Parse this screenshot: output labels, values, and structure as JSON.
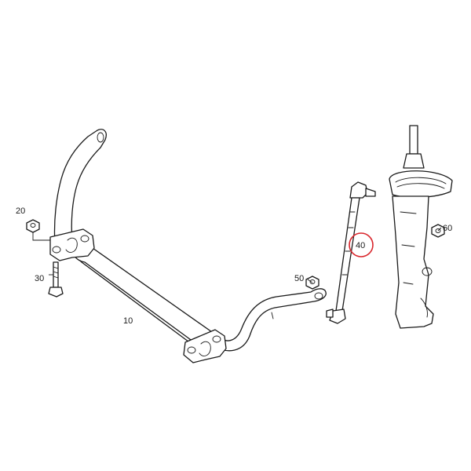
{
  "callouts": [
    {
      "id": "20",
      "label": "20"
    },
    {
      "id": "30",
      "label": "30"
    },
    {
      "id": "10",
      "label": "10"
    },
    {
      "id": "40",
      "label": "40",
      "highlighted": true
    },
    {
      "id": "50",
      "label": "50"
    },
    {
      "id": "60",
      "label": "60"
    }
  ],
  "colors": {
    "line": "#1a1a1a",
    "highlight": "#d9262c",
    "background": "#ffffff"
  }
}
